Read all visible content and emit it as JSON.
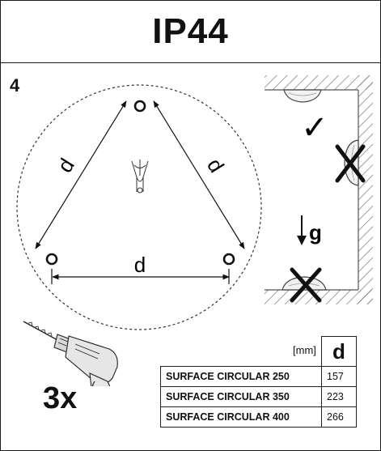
{
  "title": "IP44",
  "step_number": "4",
  "dimension_symbol": "d",
  "gravity_label": "g",
  "check_mark": "✓",
  "quantity": "3x",
  "table": {
    "unit": "[mm]",
    "header": "d",
    "rows": [
      {
        "name": "SURFACE CIRCULAR 250",
        "value": "157"
      },
      {
        "name": "SURFACE CIRCULAR 350",
        "value": "223"
      },
      {
        "name": "SURFACE CIRCULAR 400",
        "value": "266"
      }
    ]
  }
}
